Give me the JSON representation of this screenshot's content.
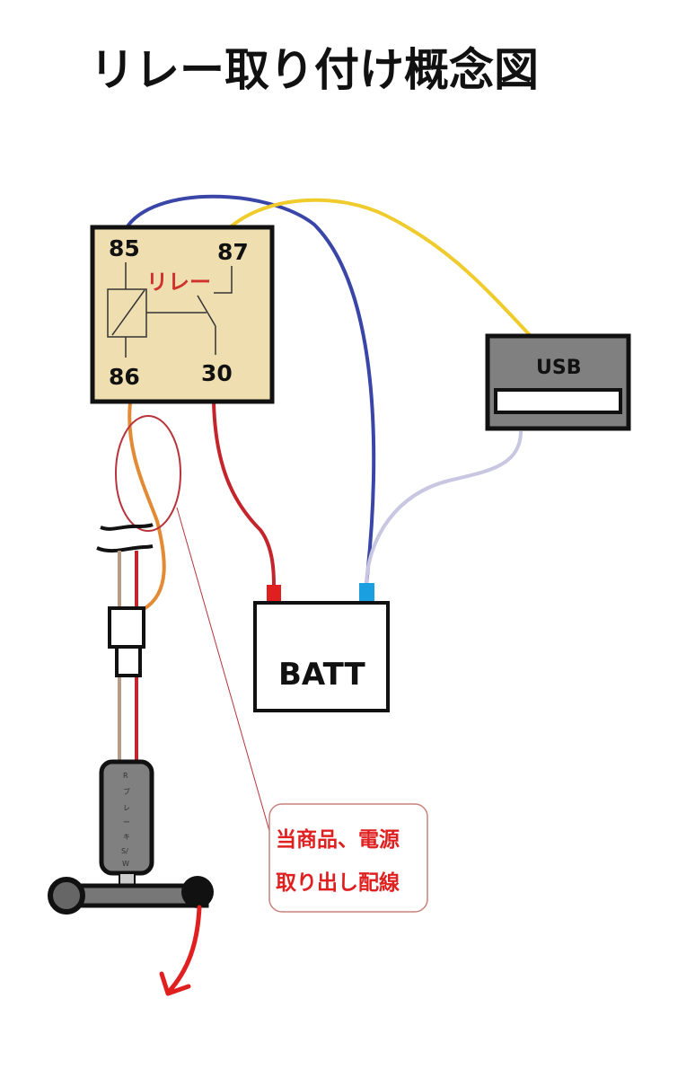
{
  "title": "リレー取り付け概念図",
  "relay": {
    "label": "リレー",
    "pins": {
      "p85": "85",
      "p86": "86",
      "p87": "87",
      "p30": "30"
    },
    "fill_color": "#efdfb0"
  },
  "usb": {
    "label": "USB",
    "fill_color": "#808080"
  },
  "battery": {
    "label": "BATT",
    "positive_color": "#e02020",
    "negative_color": "#1aa0e0"
  },
  "brake_switch": {
    "lines": [
      "R",
      "ブ",
      "レ",
      "ー",
      "キ",
      "S/",
      "W"
    ]
  },
  "callout": {
    "line1": "当商品、電源",
    "line2": "取り出し配線"
  },
  "wire_colors": {
    "blue": "#3a45a8",
    "yellow": "#efcc2c",
    "red": "#c4252c",
    "orange": "#e38a35",
    "lavender": "#c8c6e0",
    "tan": "#b89c86",
    "circle": "#b8343a"
  }
}
